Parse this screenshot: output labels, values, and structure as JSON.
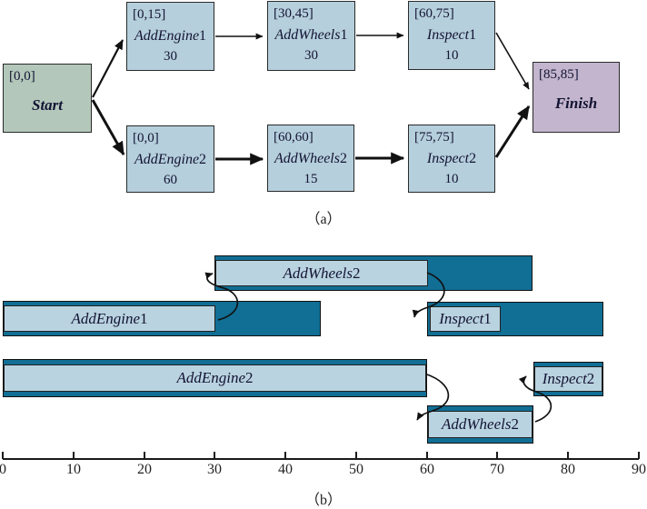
{
  "figure": {
    "caption_a": "（a）",
    "caption_b": "（b）"
  },
  "diagram": {
    "nodes": [
      {
        "window": "[0,0]",
        "name": "Start",
        "suffix": "",
        "duration": ""
      },
      {
        "window": "[0,15]",
        "name": "AddEngine",
        "suffix": "1",
        "duration": "30"
      },
      {
        "window": "[30,45]",
        "name": "AddWheels",
        "suffix": "1",
        "duration": "30"
      },
      {
        "window": "[60,75]",
        "name": "Inspect",
        "suffix": "1",
        "duration": "10"
      },
      {
        "window": "[0,0]",
        "name": "AddEngine",
        "suffix": "2",
        "duration": "60"
      },
      {
        "window": "[60,60]",
        "name": "AddWheels",
        "suffix": "2",
        "duration": "15"
      },
      {
        "window": "[75,75]",
        "name": "Inspect",
        "suffix": "2",
        "duration": "10"
      },
      {
        "window": "[85,85]",
        "name": "Finish",
        "suffix": "",
        "duration": ""
      }
    ]
  },
  "gantt": {
    "bars": [
      {
        "name": "AddWheels",
        "suffix": "2",
        "window": [
          30,
          75
        ],
        "exec": [
          30,
          60
        ]
      },
      {
        "name": "AddEngine",
        "suffix": "1",
        "window": [
          0,
          45
        ],
        "exec": [
          0,
          30
        ]
      },
      {
        "name": "Inspect",
        "suffix": "1",
        "window": [
          60,
          85
        ],
        "exec": [
          60,
          70
        ]
      },
      {
        "name": "AddEngine",
        "suffix": "2",
        "window": [
          0,
          60
        ],
        "exec": [
          0,
          60
        ]
      },
      {
        "name": "Inspect",
        "suffix": "2",
        "window": [
          75,
          85
        ],
        "exec": [
          75,
          85
        ]
      },
      {
        "name": "AddWheels",
        "suffix": "2",
        "window": [
          60,
          75
        ],
        "exec": [
          60,
          75
        ]
      }
    ],
    "axis_ticks": [
      "0",
      "10",
      "20",
      "30",
      "40",
      "50",
      "60",
      "70",
      "80",
      "90"
    ]
  },
  "colors": {
    "task_fill": "#b5cfdc",
    "start_fill": "#b3c7ba",
    "finish_fill": "#c3b5cd",
    "window_bar": "#116e94",
    "exec_bar": "#b9d3e0",
    "arrow": "#111111"
  }
}
